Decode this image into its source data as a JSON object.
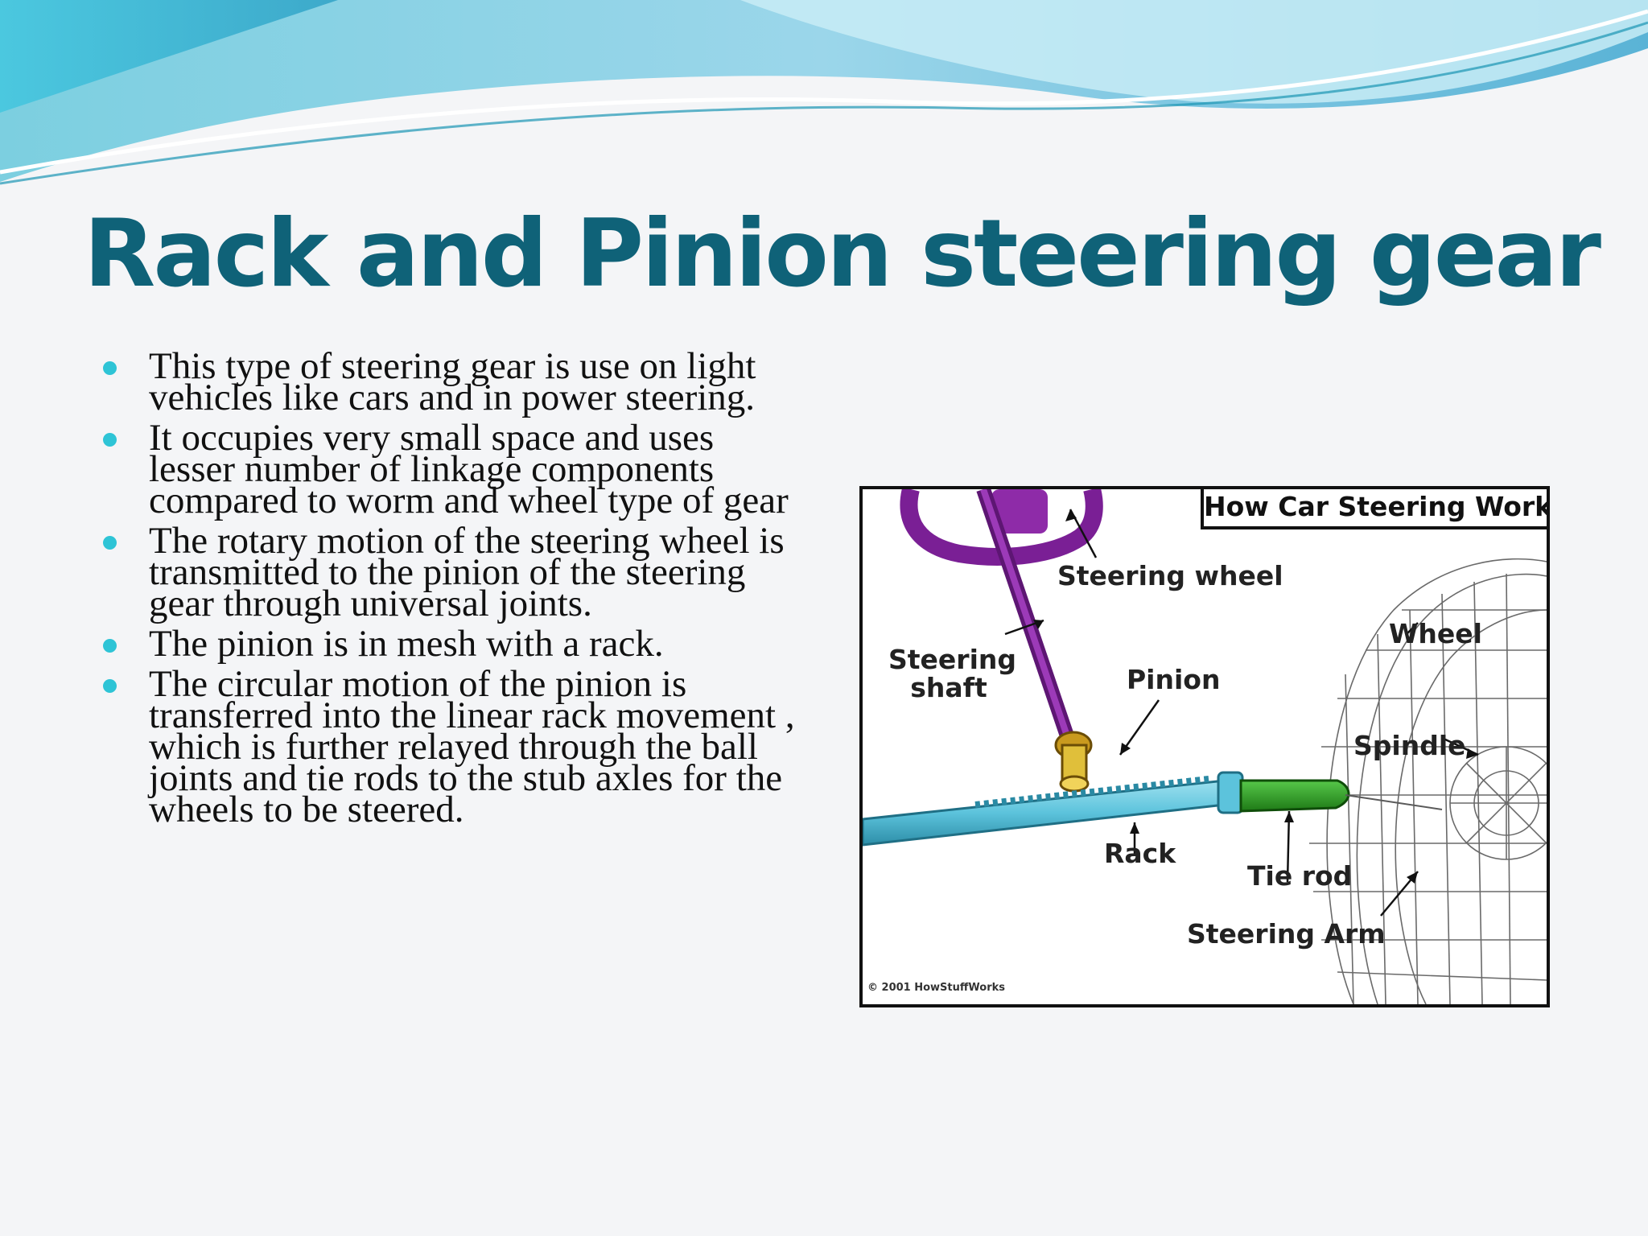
{
  "slide": {
    "title": "Rack and Pinion steering gear",
    "bullets": [
      "This type of steering gear is use on light vehicles like cars  and in power steering.",
      "It occupies very small space  and uses lesser number of  linkage components compared to worm and wheel type of gear",
      "The rotary motion of the steering wheel is transmitted to  the pinion of the steering gear through universal joints.",
      "The pinion is in mesh with a rack.",
      "The circular motion of the pinion is transferred into the linear rack movement , which is further relayed through the ball joints  and tie rods to the stub axles for the wheels to be steered."
    ]
  },
  "figure": {
    "title": "How Car Steering Works",
    "labels": {
      "steering_wheel": "Steering wheel",
      "steering_shaft": "Steering shaft",
      "pinion": "Pinion",
      "wheel": "Wheel",
      "spindle": "Spindle",
      "rack": "Rack",
      "tie_rod": "Tie rod",
      "steering_arm": "Steering Arm"
    },
    "copyright": "© 2001 HowStuffWorks"
  },
  "colors": {
    "title": "#0f6278",
    "bullet": "#2ec4d6",
    "wave_light": "#7fd3ea",
    "wave_dark": "#1b96b4",
    "steering_wheel": "#7a1f95",
    "rack": "#5cc3dc",
    "pinion": "#d8b52a",
    "tie_rod": "#1e8a16"
  }
}
